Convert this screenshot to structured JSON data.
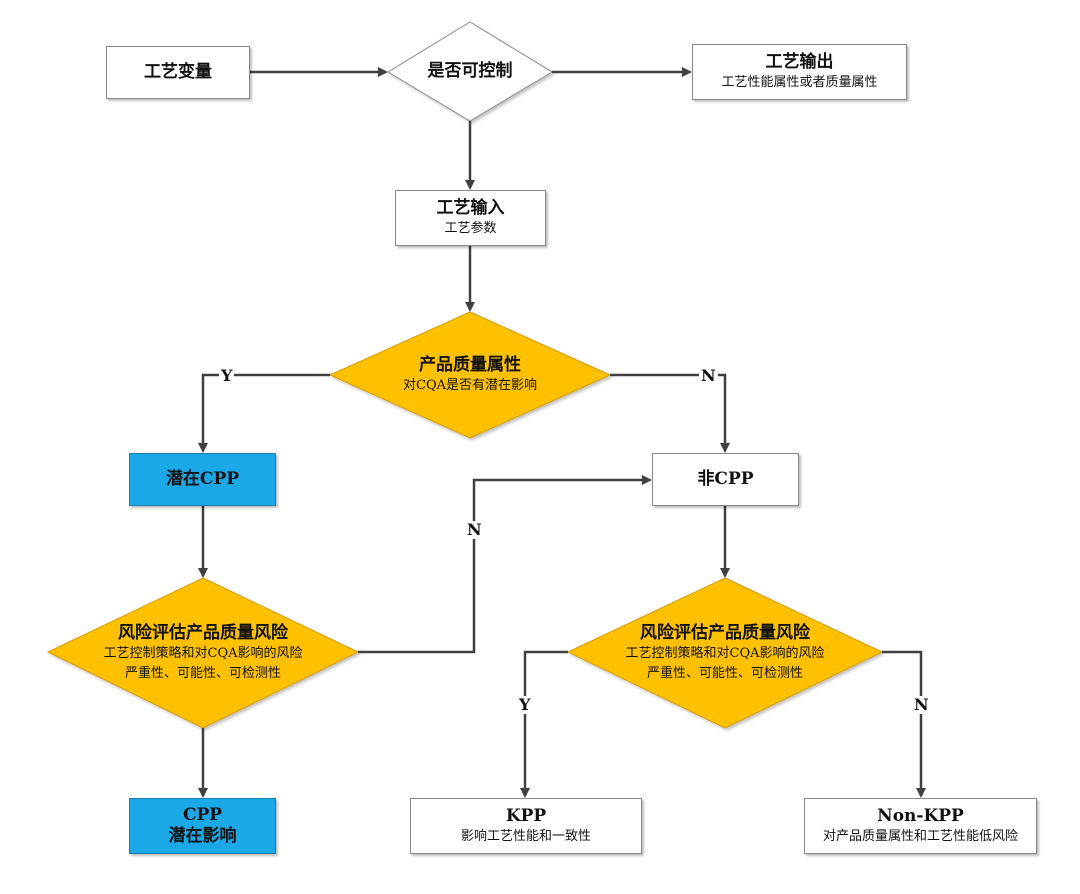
{
  "nodes": {
    "process_variable": {
      "title": "工艺变量"
    },
    "controllable": {
      "title": "是否可控制"
    },
    "process_output": {
      "title": "工艺输出",
      "subtitle": "工艺性能属性或者质量属性"
    },
    "process_input": {
      "title": "工艺输入",
      "subtitle": "工艺参数"
    },
    "product_quality": {
      "title": "产品质量属性",
      "subtitle": "对CQA是否有潜在影响"
    },
    "potential_cpp": {
      "title": "潜在CPP"
    },
    "non_cpp": {
      "title": "非CPP"
    },
    "risk_left": {
      "title": "风险评估产品质量风险",
      "line1": "工艺控制策略和对CQA影响的风险",
      "line2": "严重性、可能性、可检测性"
    },
    "risk_right": {
      "title": "风险评估产品质量风险",
      "line1": "工艺控制策略和对CQA影响的风险",
      "line2": "严重性、可能性、可检测性"
    },
    "cpp": {
      "title": "CPP",
      "subtitle": "潜在影响"
    },
    "kpp": {
      "title": "KPP",
      "subtitle": "影响工艺性能和一致性"
    },
    "non_kpp": {
      "title": "Non-KPP",
      "subtitle": "对产品质量属性和工艺性能低风险"
    }
  },
  "edge_labels": {
    "quality_yes": "Y",
    "quality_no": "N",
    "risk_left_no": "N",
    "risk_right_yes": "Y",
    "risk_right_no": "N"
  },
  "colors": {
    "decision_fill": "#ffc000",
    "highlight_box": "#1aa8e6",
    "arrow": "#404040"
  }
}
